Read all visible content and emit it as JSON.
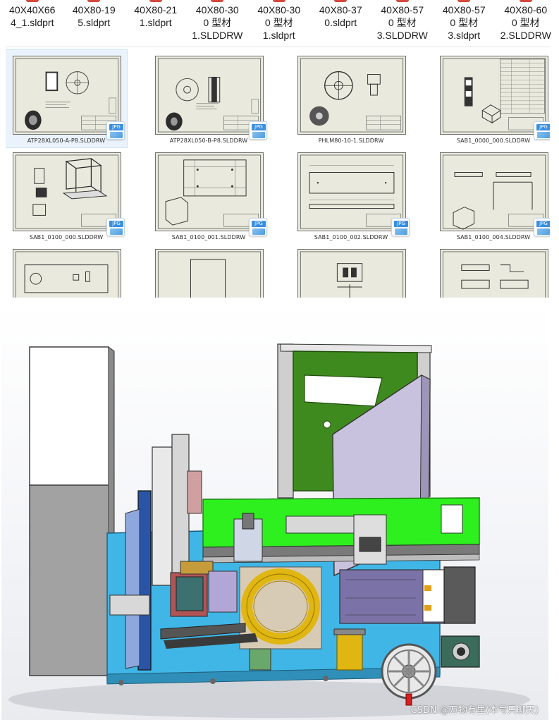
{
  "file_strip": [
    {
      "name": "40X40X66\n4_1.sldprt"
    },
    {
      "name": "40X80-19\n5.sldprt"
    },
    {
      "name": "40X80-21\n1.sldprt"
    },
    {
      "name": "40X80-30\n0 型材\n1.SLDDRW"
    },
    {
      "name": "40X80-30\n0 型材\n1.sldprt"
    },
    {
      "name": "40X80-37\n0.sldprt"
    },
    {
      "name": "40X80-57\n0 型材\n3.SLDDRW"
    },
    {
      "name": "40X80-57\n0 型材\n3.sldprt"
    },
    {
      "name": "40X80-60\n0 型材\n2.SLDDRW"
    }
  ],
  "thumbnails": [
    {
      "caption": "ATP28XL050-A-P8.SLDDRW",
      "badge": "JPG",
      "selected": true
    },
    {
      "caption": "ATP28XL050-B-P8.SLDDRW",
      "badge": "JPG",
      "selected": false
    },
    {
      "caption": "PHLM80-10-1.SLDDRW",
      "badge": "JPG",
      "selected": false
    },
    {
      "caption": "SAB1_0000_000.SLDDRW",
      "badge": "JPG",
      "selected": false
    },
    {
      "caption": "SAB1_0100_000.SLDDRW",
      "badge": "JPG",
      "selected": false
    },
    {
      "caption": "SAB1_0100_001.SLDDRW",
      "badge": "JPG",
      "selected": false
    },
    {
      "caption": "SAB1_0100_002.SLDDRW",
      "badge": "JPG",
      "selected": false
    },
    {
      "caption": "SAB1_0100_004.SLDDRW",
      "badge": "JPG",
      "selected": false
    },
    {
      "caption": "",
      "badge": "",
      "selected": false
    },
    {
      "caption": "",
      "badge": "",
      "selected": false
    },
    {
      "caption": "",
      "badge": "",
      "selected": false
    },
    {
      "caption": "",
      "badge": "",
      "selected": false
    }
  ],
  "colors": {
    "drawing_paper": "#e9eadd",
    "selected_tile": "#eaf3fc",
    "base_plate": "#3fb6e6",
    "frame_green": "#3f8a1f",
    "conveyor_green": "#2ef01e",
    "ring_yellow": "#e0b612",
    "panel_lilac": "#c9c2de"
  },
  "watermark": "CSDN @万物有里(本号只聊天)"
}
